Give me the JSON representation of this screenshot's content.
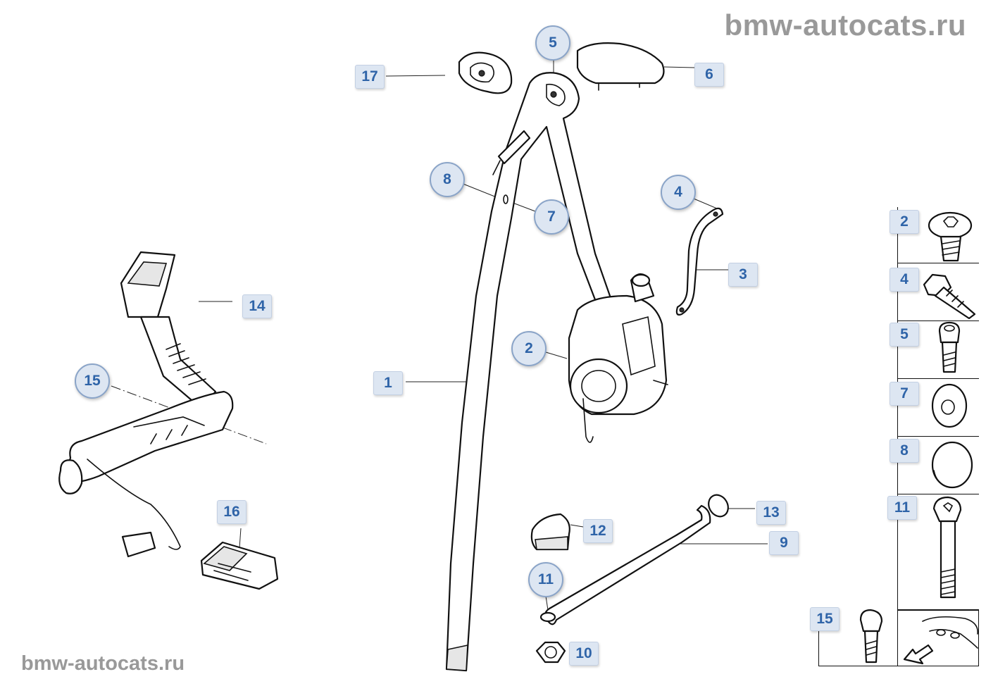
{
  "watermark": {
    "top": "bmw-autocats.ru",
    "bottom": "bmw-autocats.ru"
  },
  "callouts": {
    "c1": "1",
    "c2": "2",
    "c3": "3",
    "c4": "4",
    "c5": "5",
    "c6": "6",
    "c7": "7",
    "c8": "8",
    "c9": "9",
    "c10": "10",
    "c11": "11",
    "c12": "12",
    "c13": "13",
    "c14": "14",
    "c15": "15",
    "c16": "16",
    "c17": "17"
  },
  "hardware_panel": {
    "items": [
      {
        "label": "2",
        "icon": "torx-bolt-icon"
      },
      {
        "label": "4",
        "icon": "self-tapping-screw-icon"
      },
      {
        "label": "5",
        "icon": "shoulder-bolt-icon"
      },
      {
        "label": "7",
        "icon": "washer-icon"
      },
      {
        "label": "8",
        "icon": "cap-icon"
      },
      {
        "label": "11",
        "icon": "long-bolt-icon"
      },
      {
        "label": "15",
        "icon": "bolt-icon"
      }
    ],
    "orientation_icon": "vehicle-direction-arrow-icon"
  }
}
